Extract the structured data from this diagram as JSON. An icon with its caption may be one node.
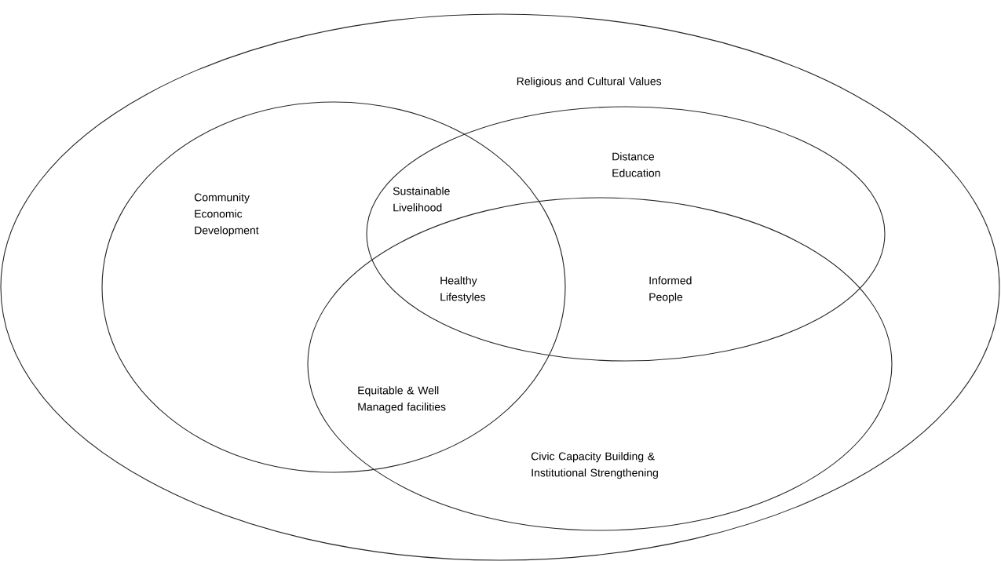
{
  "diagram": {
    "nodes": [
      {
        "text": [
          "Religious and Cultural Values"
        ]
      },
      {
        "text": [
          "Community Economic Development"
        ],
        "in": 0
      },
      {
        "text": [
          "Distance Education"
        ],
        "in": 0
      },
      {
        "text": [
          "Civic Capacity Building & Institutional Strengthening"
        ],
        "in": 0
      }
    ],
    "labels": [
      "Sustainable Livelihood",
      "Healthy Lifestyles",
      "Informed People",
      "Equitable & Well Managed facilities"
    ]
  }
}
